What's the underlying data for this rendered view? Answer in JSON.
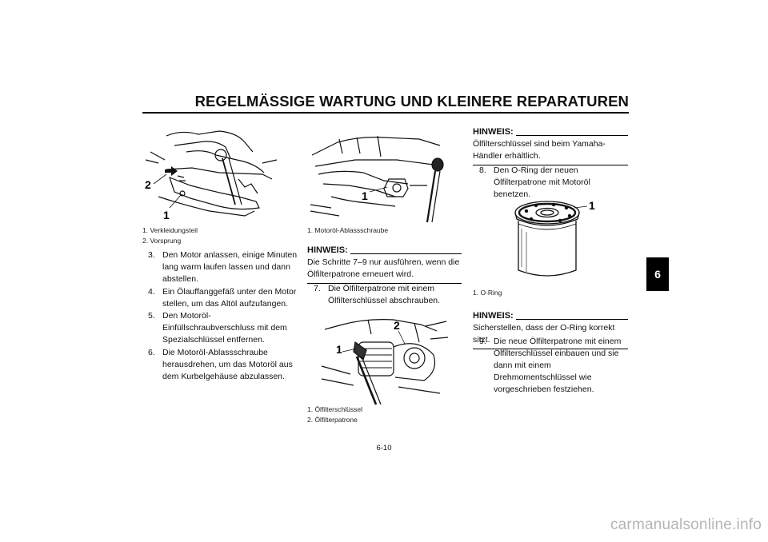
{
  "header": {
    "title": "REGELMÄSSIGE WARTUNG UND KLEINERE REPARATUREN"
  },
  "side_tab": {
    "chapter": "6"
  },
  "fig1": {
    "callouts": [
      "2",
      "1"
    ],
    "captions": [
      "1. Verkleidungsteil",
      "2. Vorsprung"
    ]
  },
  "steps_left": [
    {
      "num": "3.",
      "text": "Den Motor anlassen, einige Minuten lang warm laufen lassen und dann abstellen."
    },
    {
      "num": "4.",
      "text": "Ein Ölauffanggefäß unter den Motor stellen, um das Altöl aufzufangen."
    },
    {
      "num": "5.",
      "text": "Den Motoröl-Einfüllschraubverschluss mit dem Spezialschlüssel entfernen."
    },
    {
      "num": "6.",
      "text": "Die Motoröl-Ablassschraube herausdrehen, um das Motoröl aus dem Kurbelgehäuse abzulassen."
    }
  ],
  "fig2": {
    "callouts": [
      "1"
    ],
    "captions": [
      "1. Motoröl-Ablassschraube"
    ]
  },
  "note_middle": {
    "label": "HINWEIS:",
    "text": "Die Schritte 7–9 nur ausführen, wenn die Ölfilterpatrone erneuert wird."
  },
  "step7": {
    "num": "7.",
    "text": "Die Ölfilterpatrone mit einem Ölfilterschlüssel abschrauben."
  },
  "fig3": {
    "callouts": [
      "1",
      "2"
    ],
    "captions": [
      "1. Ölfilterschlüssel",
      "2. Ölfilterpatrone"
    ]
  },
  "note_right_top": {
    "label": "HINWEIS:",
    "text": "Ölfilterschlüssel sind beim Yamaha-Händler erhältlich."
  },
  "step8": {
    "num": "8.",
    "text": "Den O-Ring der neuen Ölfilterpatrone mit Motoröl benetzen."
  },
  "fig4": {
    "callouts": [
      "1"
    ],
    "captions": [
      "1. O-Ring"
    ]
  },
  "note_right_bottom": {
    "label": "HINWEIS:",
    "text": "Sicherstellen, dass der O-Ring korrekt sitzt."
  },
  "step9": {
    "num": "9.",
    "text": "Die neue Ölfilterpatrone mit einem Ölfilterschlüssel einbauen und sie dann mit einem Drehmomentschlüssel wie vorgeschrieben festziehen."
  },
  "footer": {
    "page": "6-10"
  },
  "watermark": {
    "text": "carmanualsonline.info"
  }
}
